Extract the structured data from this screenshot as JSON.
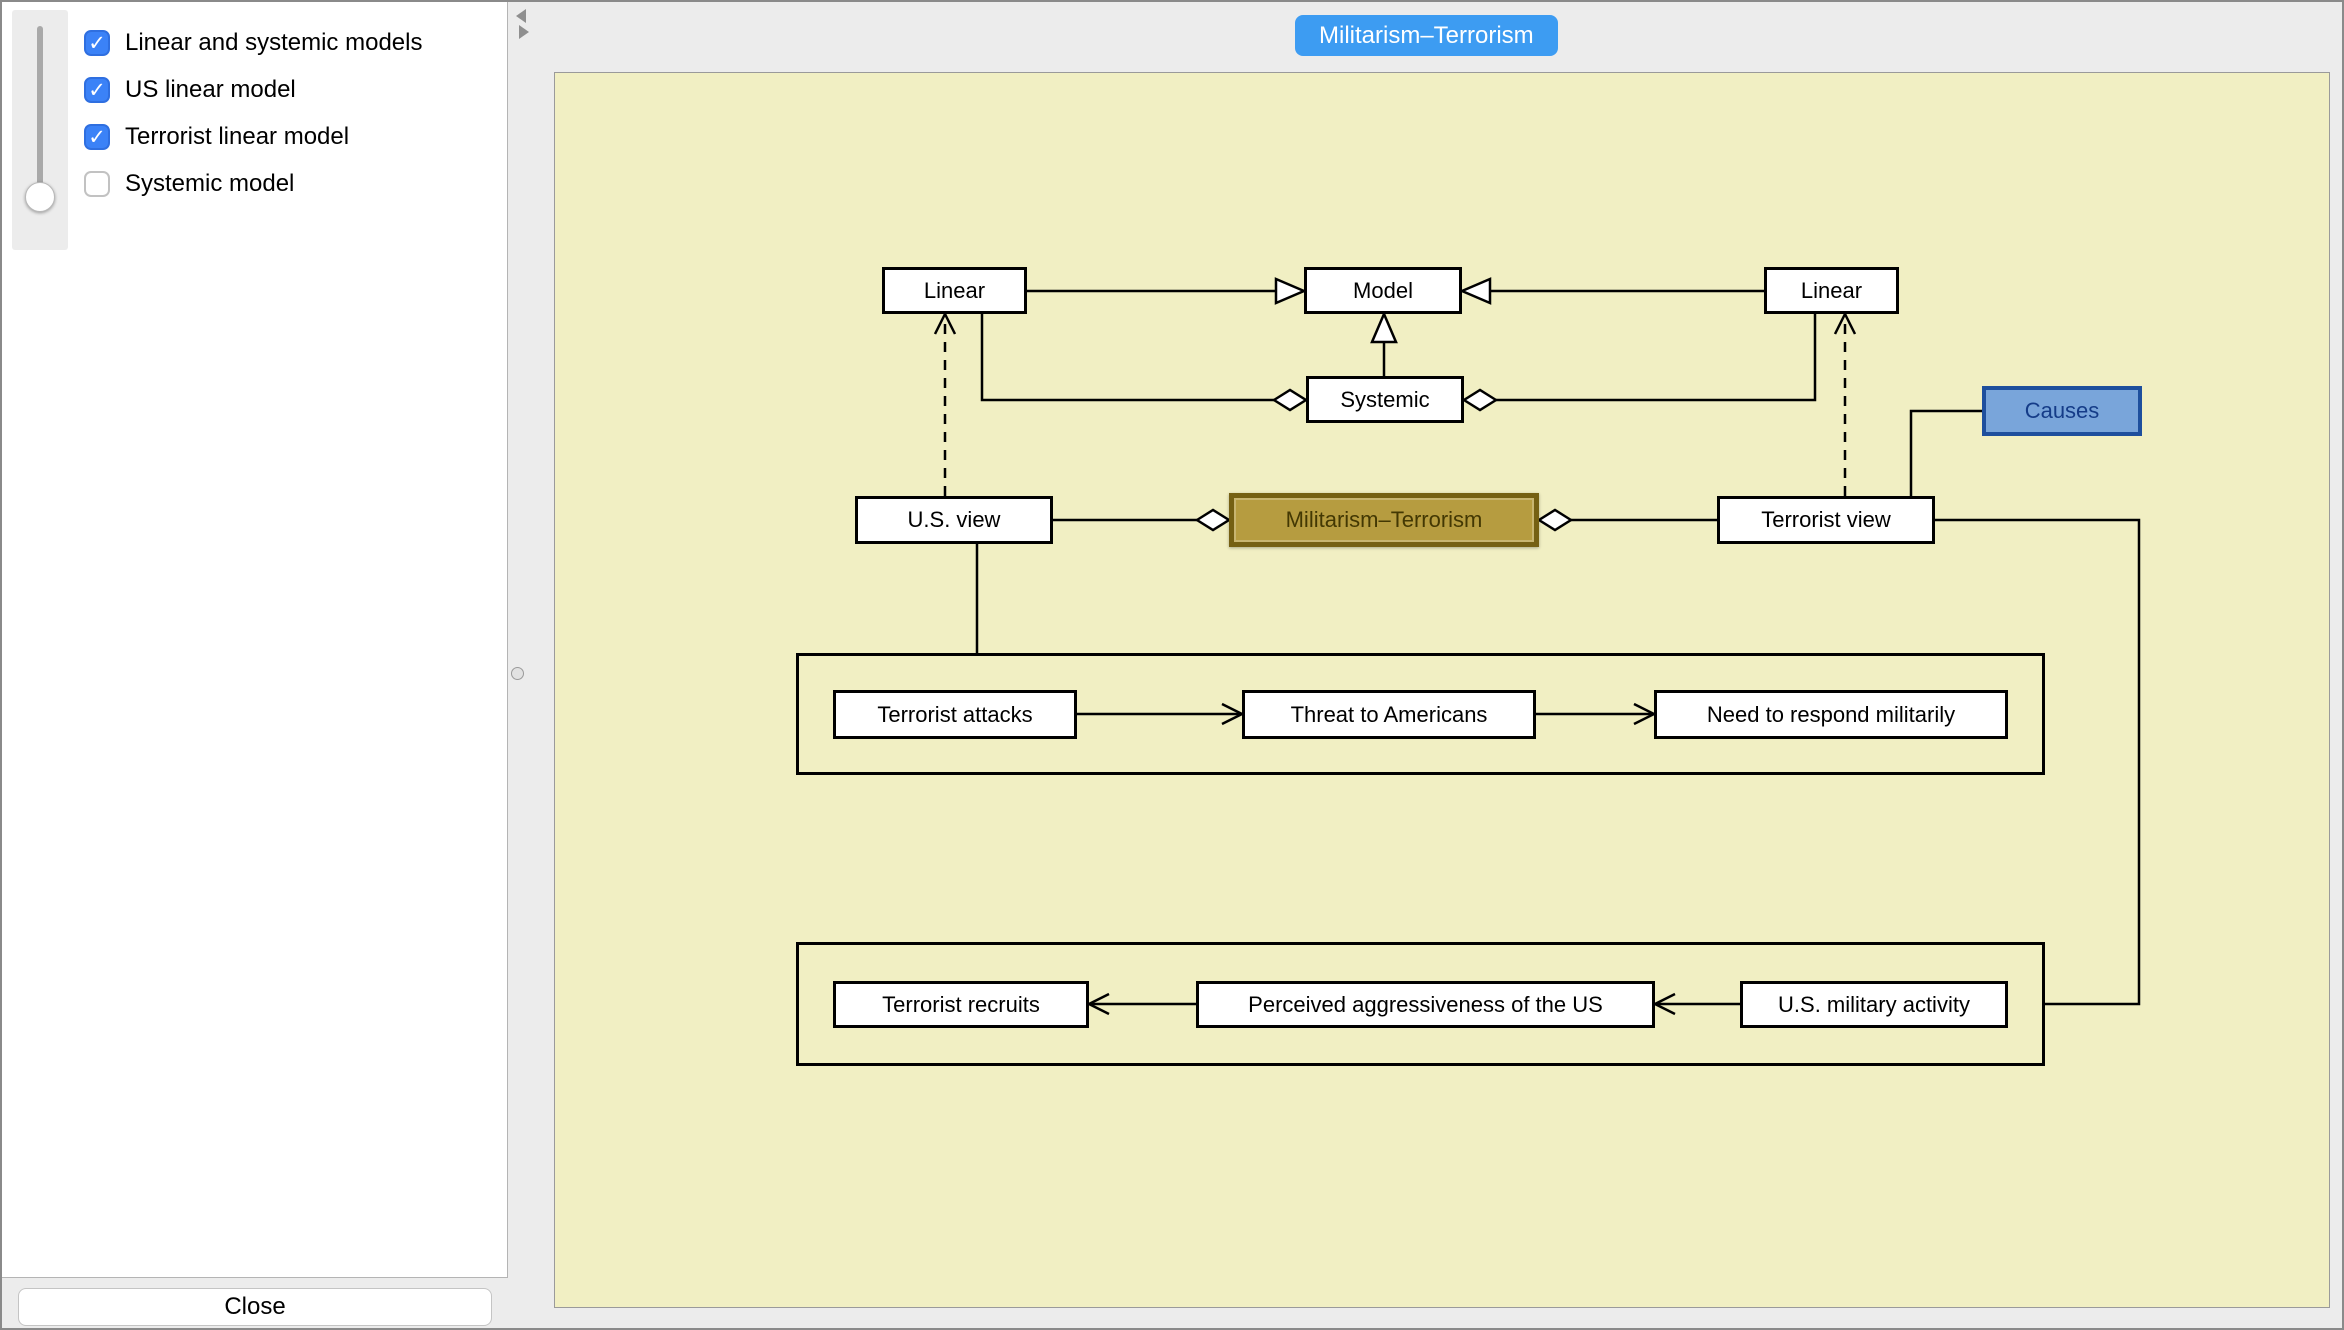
{
  "window": {
    "canvas_title": "Militarism–Terrorism"
  },
  "sidebar": {
    "items": [
      {
        "label": "Linear and systemic models",
        "checked": true
      },
      {
        "label": "US linear model",
        "checked": true
      },
      {
        "label": "Terrorist linear model",
        "checked": true
      },
      {
        "label": "Systemic model",
        "checked": false
      }
    ],
    "close_label": "Close"
  },
  "diagram": {
    "nodes": {
      "linear_left": "Linear",
      "model": "Model",
      "linear_right": "Linear",
      "systemic": "Systemic",
      "us_view": "U.S. view",
      "hub": "Militarism–Terrorism",
      "terrorist_view": "Terrorist view",
      "causes": "Causes",
      "terrorist_attacks": "Terrorist attacks",
      "threat_to_americans": "Threat to Americans",
      "need_to_respond": "Need to respond militarily",
      "terrorist_recruits": "Terrorist recruits",
      "perceived_aggressiveness": "Perceived aggressiveness of the US",
      "us_military_activity": "U.S. military activity"
    }
  },
  "colors": {
    "canvas_background": "#f1efc3",
    "title_tab": "#3d9cf2",
    "checkbox_accent": "#3b82f7",
    "hub_fill": "#b69c40",
    "hub_border": "#756013",
    "causes_fill": "#79a5da",
    "causes_border": "#1e4f9d"
  }
}
